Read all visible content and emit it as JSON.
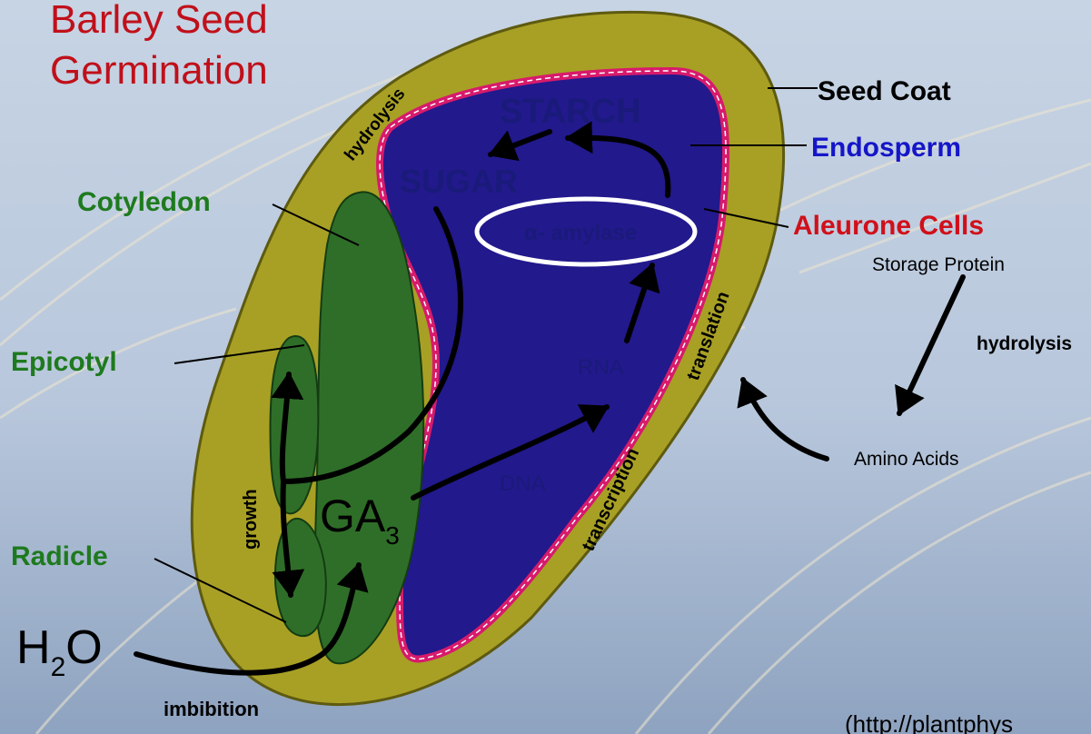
{
  "title": {
    "line1": "Barley Seed",
    "line2": "Germination"
  },
  "labels": {
    "seed_coat": "Seed Coat",
    "endosperm": "Endosperm",
    "aleurone_cells": "Aleurone Cells",
    "storage_protein": "Storage Protein",
    "hydrolysis_right": "hydrolysis",
    "amino_acids": "Amino Acids",
    "cotyledon": "Cotyledon",
    "epicotyl": "Epicotyl",
    "radicle": "Radicle",
    "water_main": "H",
    "water_sub": "2",
    "water_o": "O",
    "imbibition": "imbibition",
    "starch": "STARCH",
    "sugar": "SUGAR",
    "amylase": "α- amylase",
    "rna": "RNA",
    "dna": "DNA",
    "ga_main": "GA",
    "ga_sub": "3",
    "hydrolysis_top": "hydrolysis",
    "growth": "growth",
    "transcription": "transcription",
    "translation": "translation",
    "source_url": "(http://plantphys"
  },
  "colors": {
    "title": "#c0101a",
    "seed_coat": "#a8a024",
    "endosperm": "#22198c",
    "embryo": "#2f6e28",
    "aleurone_border": "#d81a6c",
    "green_label": "#1e7a1e",
    "blue_label": "#1515c8",
    "red_label": "#d0101a"
  }
}
